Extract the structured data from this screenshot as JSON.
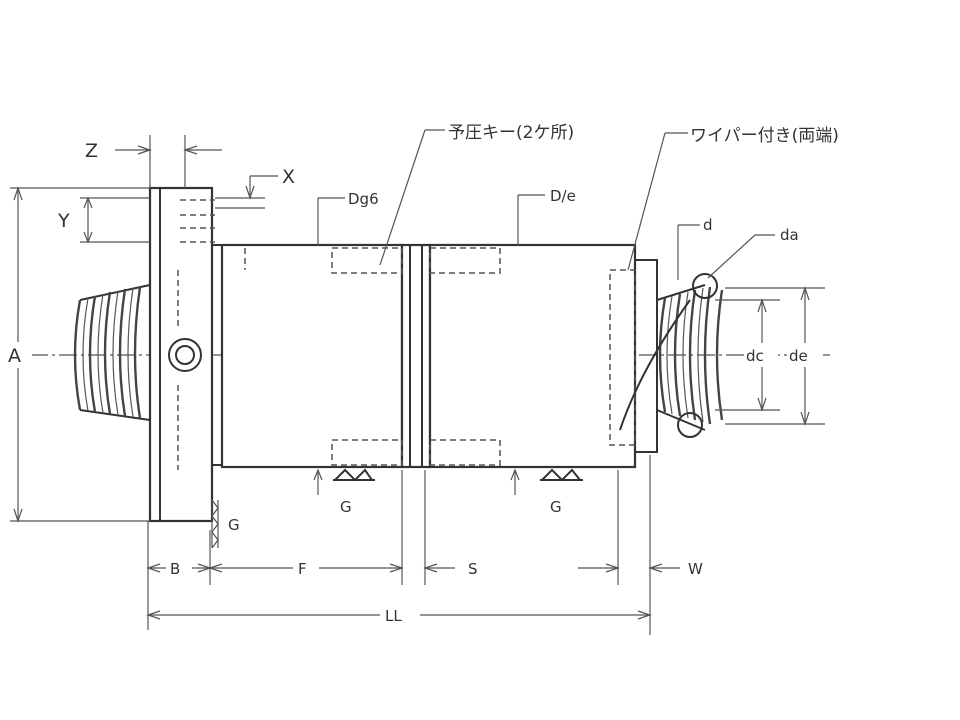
{
  "labels": {
    "Z": "Z",
    "X": "X",
    "Y": "Y",
    "A": "A",
    "Dg6": "Dg6",
    "Dfe": "D/e",
    "preload_key": "予圧キー(2ケ所)",
    "wiper": "ワイパー付き(両端)",
    "d": "d",
    "da": "da",
    "dc": "dc",
    "de": "de",
    "G_left": "G",
    "G_right": "G",
    "G_flange": "G",
    "B": "B",
    "F": "F",
    "S": "S",
    "W": "W",
    "LL": "LL"
  },
  "colors": {
    "line": "#333333",
    "background": "#ffffff"
  }
}
